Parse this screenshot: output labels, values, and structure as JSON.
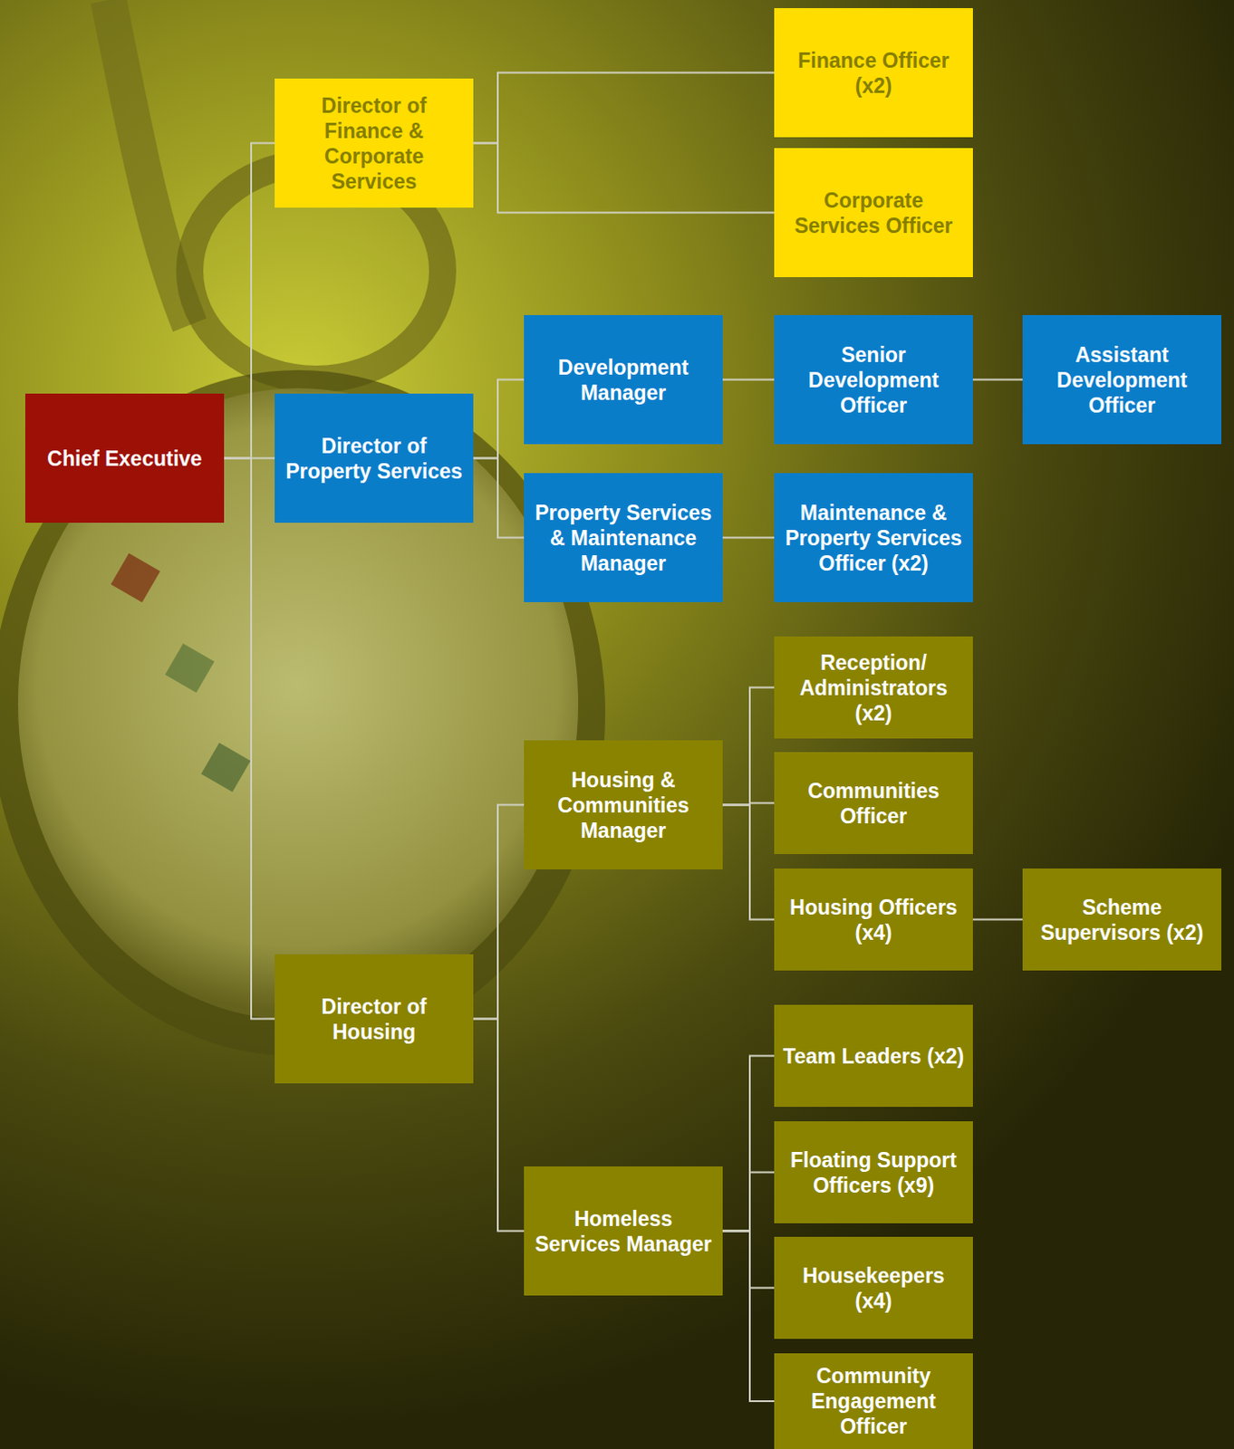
{
  "diagram": {
    "nodes": [
      {
        "text": [
          "Chief Executive"
        ]
      },
      {
        "text": [
          "Director of Finance & Corporate Services"
        ]
      },
      {
        "text": [
          "Finance Officer (x2)"
        ]
      },
      {
        "text": [
          "Corporate Services Officer"
        ]
      },
      {
        "text": [
          "Director of Property Services"
        ]
      },
      {
        "text": [
          "Development Manager"
        ]
      },
      {
        "text": [
          "Senior Development Officer"
        ]
      },
      {
        "text": [
          "Assistant Development Officer"
        ]
      },
      {
        "text": [
          "Property Services & Maintenance Manager"
        ]
      },
      {
        "text": [
          "Maintenance & Property Services Officer (x2)"
        ]
      },
      {
        "text": [
          "Director of Housing"
        ]
      },
      {
        "text": [
          "Housing & Communities Manager"
        ]
      },
      {
        "text": [
          "Reception/ Administrators (x2)"
        ]
      },
      {
        "text": [
          "Communities Officer"
        ]
      },
      {
        "text": [
          "Housing Officers (x4)"
        ]
      },
      {
        "text": [
          "Scheme Supervisors (x2)"
        ]
      },
      {
        "text": [
          "Homeless Services Manager"
        ]
      },
      {
        "text": [
          "Team Leaders (x2)"
        ]
      },
      {
        "text": [
          "Floating Support Officers (x9)"
        ]
      },
      {
        "text": [
          "Housekeepers (x4)"
        ]
      },
      {
        "text": [
          "Community Engagement Officer"
        ]
      }
    ],
    "edges": [
      {
        "from": 0,
        "to": 1,
        "arrow": "none"
      },
      {
        "from": 0,
        "to": 4,
        "arrow": "none"
      },
      {
        "from": 0,
        "to": 10,
        "arrow": "none"
      },
      {
        "from": 1,
        "to": 2,
        "arrow": "none"
      },
      {
        "from": 1,
        "to": 3,
        "arrow": "none"
      },
      {
        "from": 4,
        "to": 5,
        "arrow": "none"
      },
      {
        "from": 4,
        "to": 8,
        "arrow": "none"
      },
      {
        "from": 5,
        "to": 6,
        "arrow": "none"
      },
      {
        "from": 6,
        "to": 7,
        "arrow": "none"
      },
      {
        "from": 8,
        "to": 9,
        "arrow": "none"
      },
      {
        "from": 10,
        "to": 11,
        "arrow": "none"
      },
      {
        "from": 10,
        "to": 16,
        "arrow": "none"
      },
      {
        "from": 11,
        "to": 12,
        "arrow": "none"
      },
      {
        "from": 11,
        "to": 13,
        "arrow": "none"
      },
      {
        "from": 11,
        "to": 14,
        "arrow": "none"
      },
      {
        "from": 14,
        "to": 15,
        "arrow": "none"
      },
      {
        "from": 16,
        "to": 17,
        "arrow": "none"
      },
      {
        "from": 16,
        "to": 18,
        "arrow": "none"
      },
      {
        "from": 16,
        "to": 19,
        "arrow": "none"
      },
      {
        "from": 16,
        "to": 20,
        "arrow": "none"
      }
    ]
  }
}
